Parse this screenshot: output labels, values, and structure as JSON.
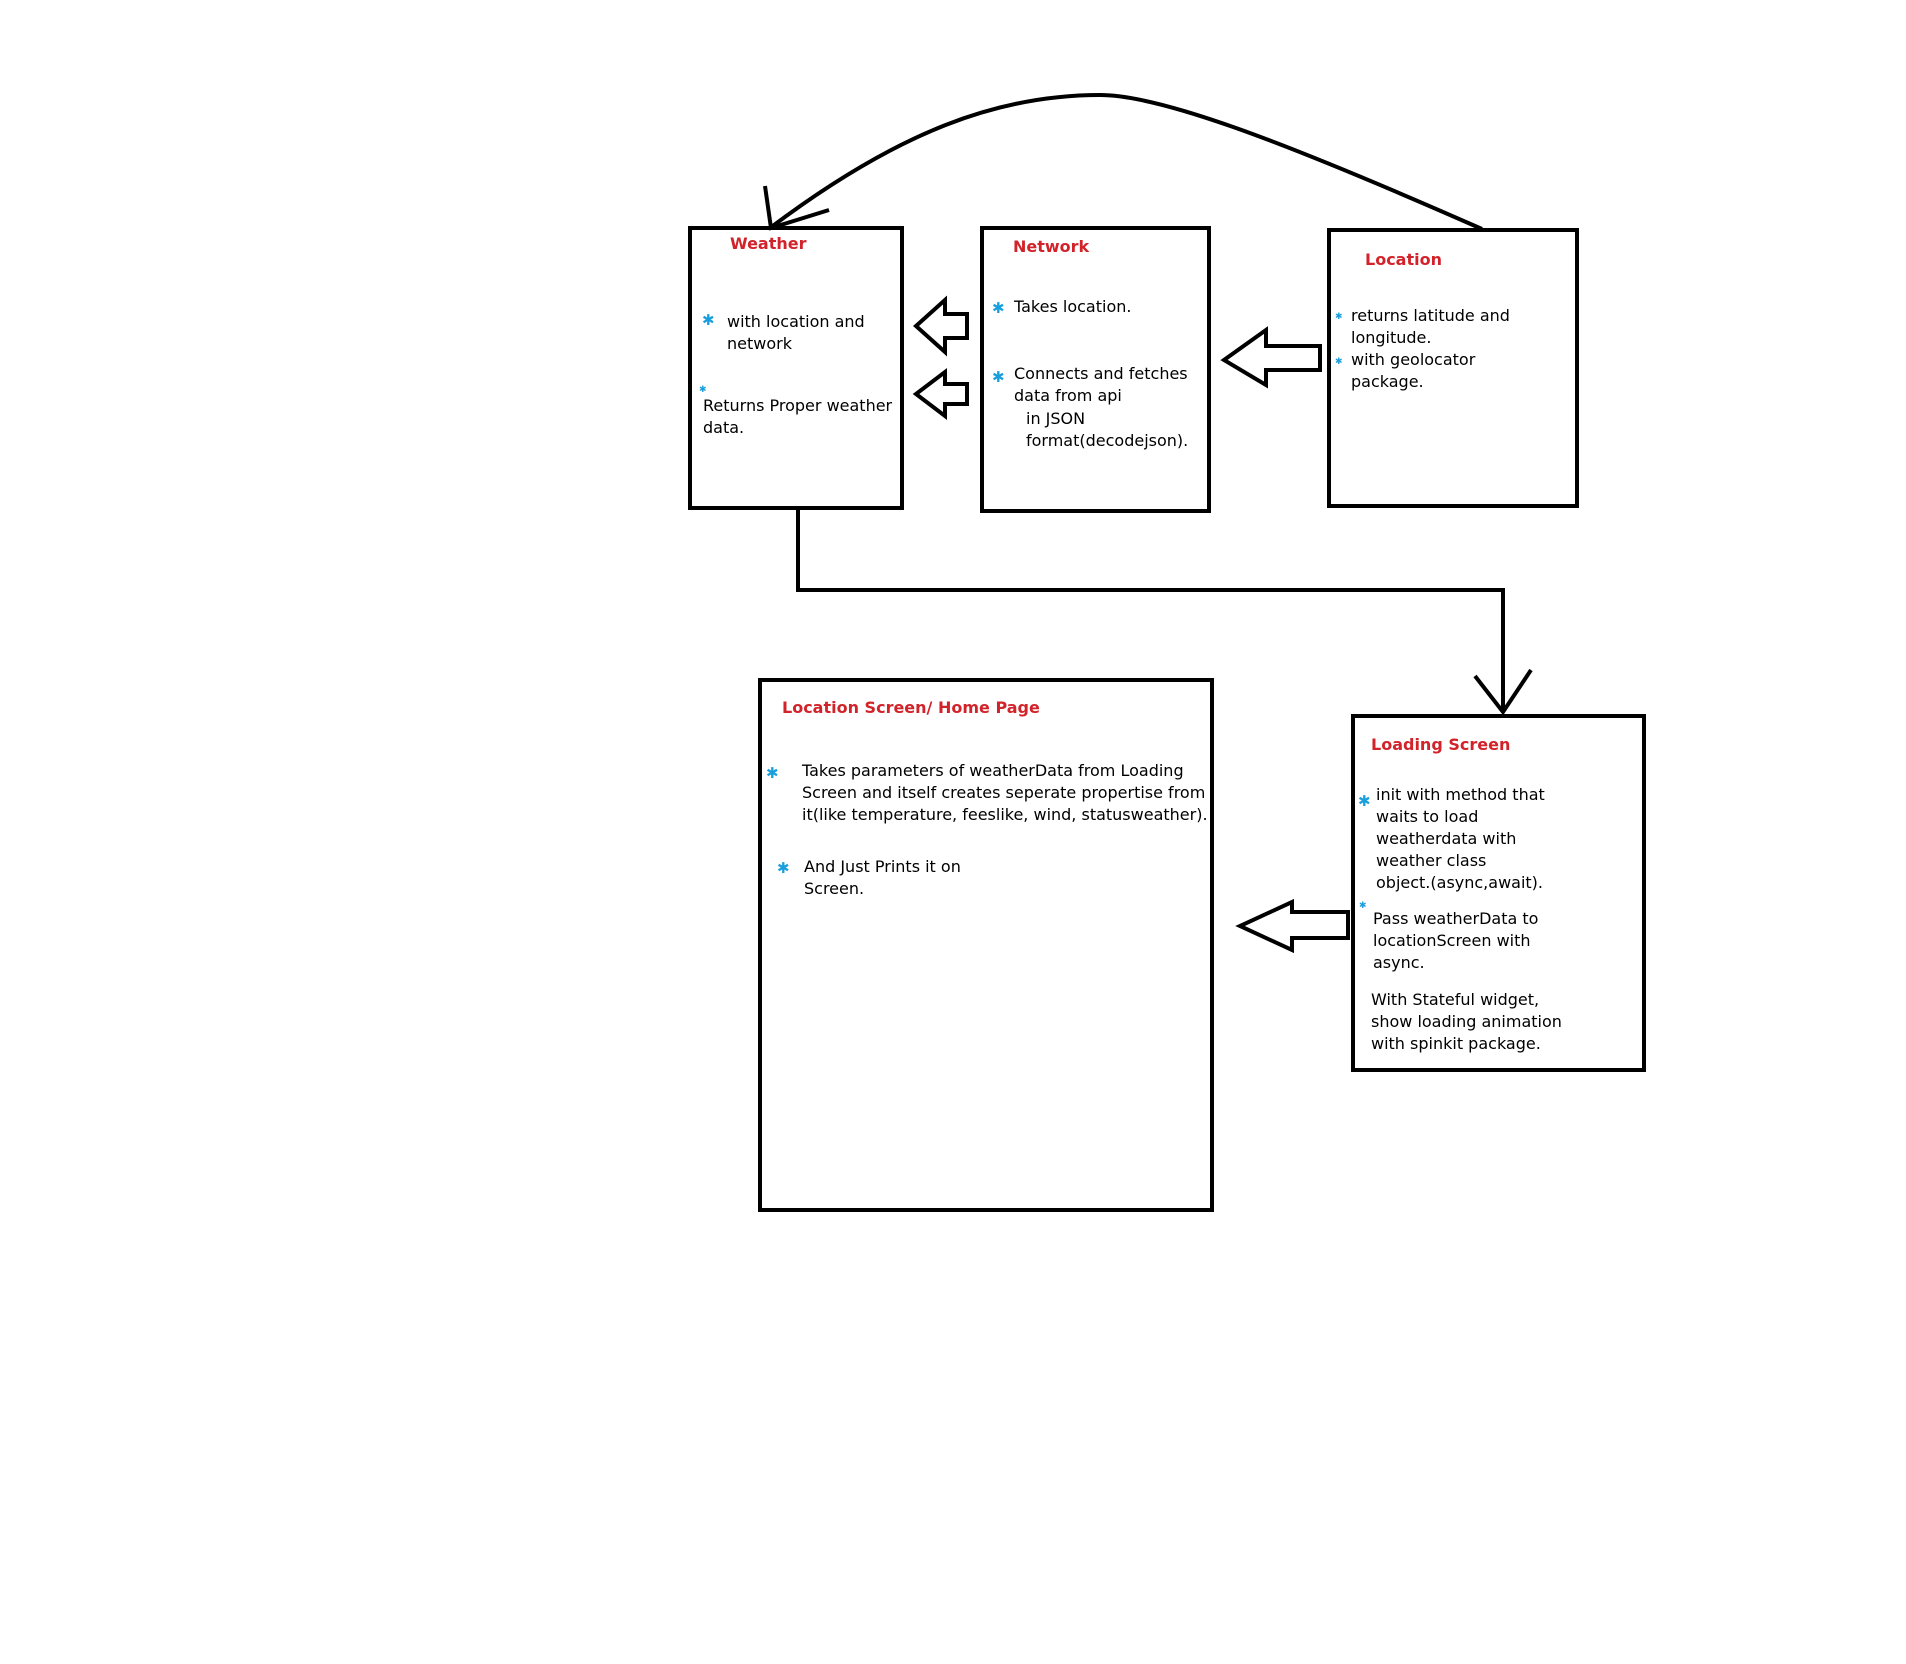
{
  "colors": {
    "title": "#d2232a",
    "bullet": "#1a9fdc",
    "stroke": "#000000",
    "background": "#ffffff"
  },
  "bullet_glyph": "✱",
  "boxes": {
    "weather": {
      "title": "Weather",
      "lines": [
        "with location and",
        "network",
        "Returns Proper weather",
        "data."
      ]
    },
    "network": {
      "title": "Network",
      "lines": [
        "Takes location.",
        "Connects and fetches",
        "data from api",
        "in JSON",
        "format(decodejson)."
      ]
    },
    "location": {
      "title": "Location",
      "lines": [
        "returns latitude and",
        "longitude.",
        "with geolocator",
        "package."
      ]
    },
    "location_screen": {
      "title": "Location Screen/ Home Page",
      "lines": [
        "Takes parameters of weatherData from Loading",
        "Screen and itself creates seperate propertise from",
        "it(like temperature, feeslike, wind, statusweather).",
        "And Just Prints it on",
        "Screen."
      ]
    },
    "loading_screen": {
      "title": "Loading Screen",
      "lines": [
        "init with method that",
        "waits to load",
        "weatherdata with",
        "weather class",
        "object.(async,await).",
        "Pass weatherData to",
        "locationScreen with",
        "async.",
        "With Stateful widget,",
        "show loading animation",
        "with spinkit package."
      ]
    }
  }
}
